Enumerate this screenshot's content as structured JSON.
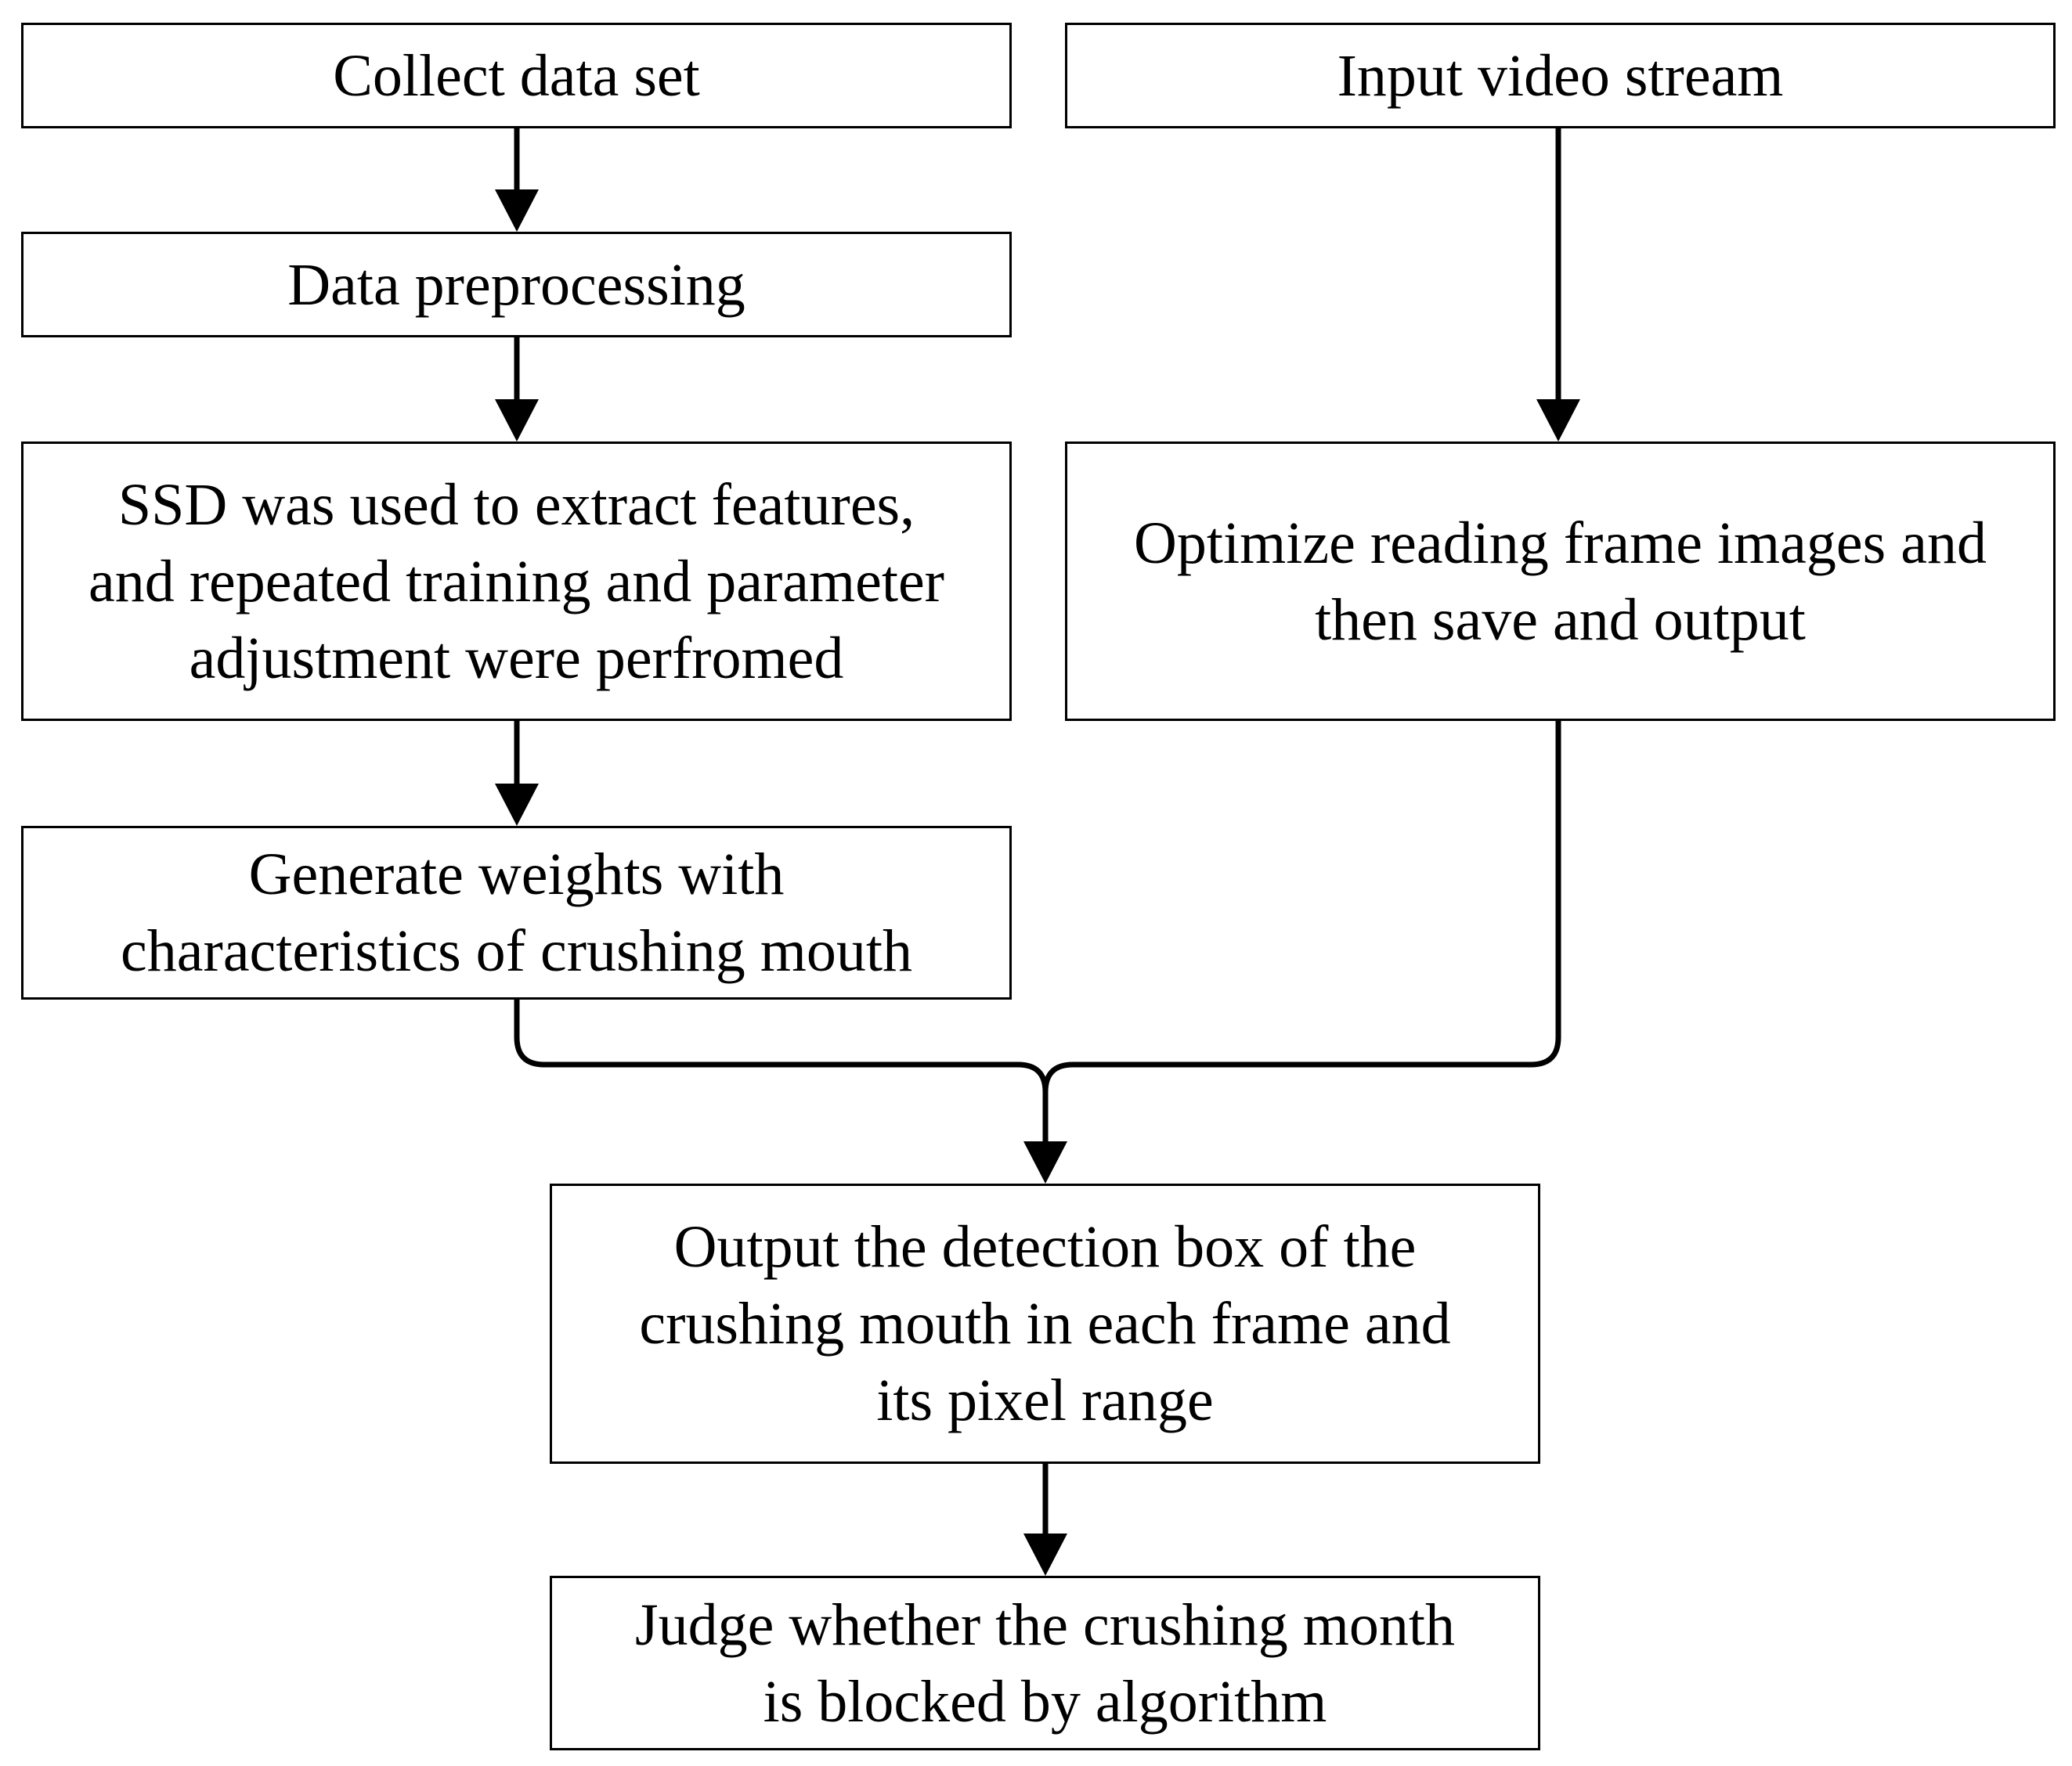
{
  "diagram": {
    "nodes": {
      "collect": {
        "lines": [
          "Collect data set"
        ]
      },
      "input": {
        "lines": [
          "Input video stream"
        ]
      },
      "preprocess": {
        "lines": [
          "Data preprocessing"
        ]
      },
      "ssd": {
        "lines": [
          "SSD was used to extract features,",
          "and repeated training and parameter",
          "adjustment were perfromed"
        ]
      },
      "optimize": {
        "lines": [
          "Optimize reading frame images and",
          "then save and output"
        ]
      },
      "generate": {
        "lines": [
          "Generate weights with",
          "characteristics of crushing mouth"
        ]
      },
      "output": {
        "lines": [
          "Output the detection box of the",
          "crushing mouth in each frame and",
          "its pixel range"
        ]
      },
      "judge": {
        "lines": [
          "Judge whether the crushing month",
          "is blocked by algorithm"
        ]
      }
    },
    "edges": [
      {
        "from": "collect",
        "to": "preprocess"
      },
      {
        "from": "preprocess",
        "to": "ssd"
      },
      {
        "from": "ssd",
        "to": "generate"
      },
      {
        "from": "input",
        "to": "optimize"
      },
      {
        "from": "generate",
        "to": "output"
      },
      {
        "from": "optimize",
        "to": "output"
      },
      {
        "from": "output",
        "to": "judge"
      }
    ],
    "colors": {
      "stroke": "#000000",
      "background": "#ffffff"
    }
  }
}
